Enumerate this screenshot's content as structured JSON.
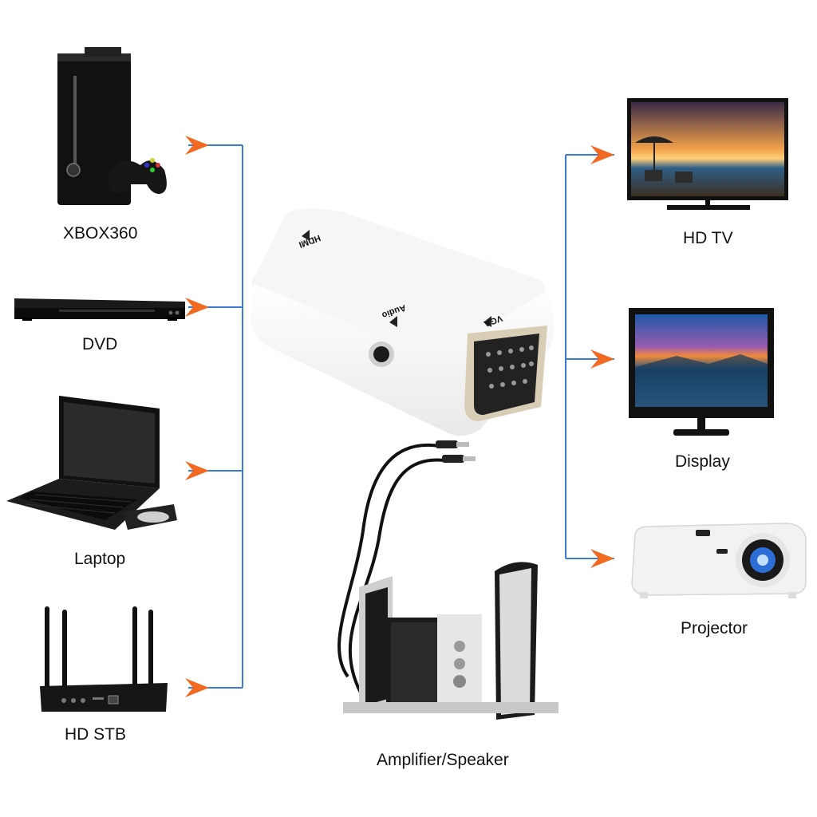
{
  "labels": {
    "xbox": "XBOX360",
    "dvd": "DVD",
    "laptop": "Laptop",
    "stb": "HD STB",
    "hdtv": "HD TV",
    "display": "Display",
    "projector": "Projector",
    "speaker": "Amplifier/Speaker"
  },
  "adapter": {
    "hdmi": "HDMI",
    "audio": "Audio",
    "vga": "VGA"
  },
  "colors": {
    "line": "#3a7bd5",
    "arrow": "#f26a21"
  }
}
